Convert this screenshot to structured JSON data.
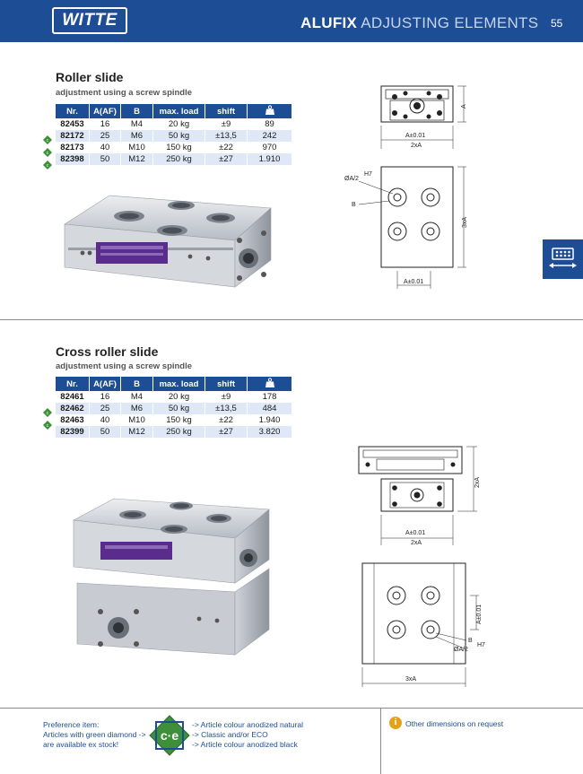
{
  "header": {
    "logo": "WITTE",
    "brand_bold": "ALUFIX",
    "brand_light": "ADJUSTING ELEMENTS",
    "page_number": "55",
    "bg_color": "#1d4d94"
  },
  "side_tab": {
    "icon": "adjusting-element-icon"
  },
  "sections": [
    {
      "title": "Roller slide",
      "subtitle": "adjustment using a screw spindle",
      "columns": [
        "Nr.",
        "A(AF)",
        "B",
        "max. load",
        "shift",
        "weight-icon"
      ],
      "rows": [
        {
          "nr": "82453",
          "a": "16",
          "b": "M4",
          "load": "20 kg",
          "shift": "±9",
          "weight": "89",
          "preferred": false
        },
        {
          "nr": "82172",
          "a": "25",
          "b": "M6",
          "load": "50 kg",
          "shift": "±13,5",
          "weight": "242",
          "preferred": true
        },
        {
          "nr": "82173",
          "a": "40",
          "b": "M10",
          "load": "150 kg",
          "shift": "±22",
          "weight": "970",
          "preferred": true
        },
        {
          "nr": "82398",
          "a": "50",
          "b": "M12",
          "load": "250 kg",
          "shift": "±27",
          "weight": "1.910",
          "preferred": true
        }
      ],
      "drawing_labels": {
        "a": "A",
        "tol_a": "A±0.01",
        "two_xa": "2xA",
        "three_xa": "3xA",
        "dia": "ØA/2",
        "h7": "H7",
        "b": "B"
      }
    },
    {
      "title": "Cross roller slide",
      "subtitle": "adjustment using a screw spindle",
      "columns": [
        "Nr.",
        "A(AF)",
        "B",
        "max. load",
        "shift",
        "weight-icon"
      ],
      "rows": [
        {
          "nr": "82461",
          "a": "16",
          "b": "M4",
          "load": "20 kg",
          "shift": "±9",
          "weight": "178",
          "preferred": false
        },
        {
          "nr": "82462",
          "a": "25",
          "b": "M6",
          "load": "50 kg",
          "shift": "±13,5",
          "weight": "484",
          "preferred": true
        },
        {
          "nr": "82463",
          "a": "40",
          "b": "M10",
          "load": "150 kg",
          "shift": "±22",
          "weight": "1.940",
          "preferred": true
        },
        {
          "nr": "82399",
          "a": "50",
          "b": "M12",
          "load": "250 kg",
          "shift": "±27",
          "weight": "3.820",
          "preferred": false
        }
      ],
      "drawing_labels": {
        "two_xa_v": "2xA",
        "tol_a": "A±0.01",
        "two_xa": "2xA",
        "three_xa": "3xA",
        "dia": "ØA/2",
        "h7": "H7",
        "b": "B"
      }
    }
  ],
  "footer": {
    "left_lines": [
      "Preference item:",
      "Articles with green diamond ->",
      "are available ex stock!"
    ],
    "badge": "c·e",
    "mid_lines": [
      "-> Article colour anodized natural",
      "-> Classic and/or ECO",
      "-> Article colour anodized black"
    ],
    "info": "Other dimensions on request"
  }
}
